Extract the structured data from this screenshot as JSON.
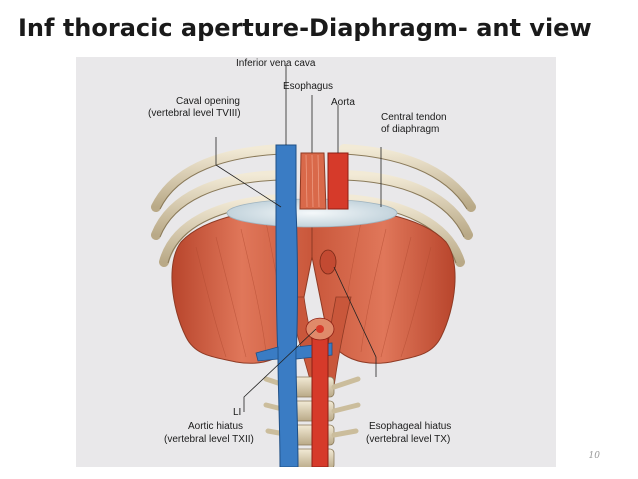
{
  "slide": {
    "title": "Inf thoracic aperture-Diaphragm- ant view",
    "page_number": "10"
  },
  "figure": {
    "labels": {
      "inferior_vena_cava": "Inferior vena cava",
      "esophagus": "Esophagus",
      "caval_opening": "Caval opening",
      "caval_opening_level": "(vertebral level TVIII)",
      "aorta": "Aorta",
      "central_tendon_line1": "Central tendon",
      "central_tendon_line2": "of diaphragm",
      "li": "LI",
      "aortic_hiatus": "Aortic hiatus",
      "aortic_hiatus_level": "(vertebral level TXII)",
      "esophageal_hiatus": "Esophageal hiatus",
      "esophageal_hiatus_level": "(vertebral level TX)"
    },
    "colors": {
      "background": "#e9e8ea",
      "muscle": "#d9694a",
      "muscle_dark": "#b8452c",
      "tendon": "#dfe9ee",
      "vein": "#3a7cc4",
      "artery": "#d63a2a",
      "bone": "#e6dcc4"
    }
  }
}
